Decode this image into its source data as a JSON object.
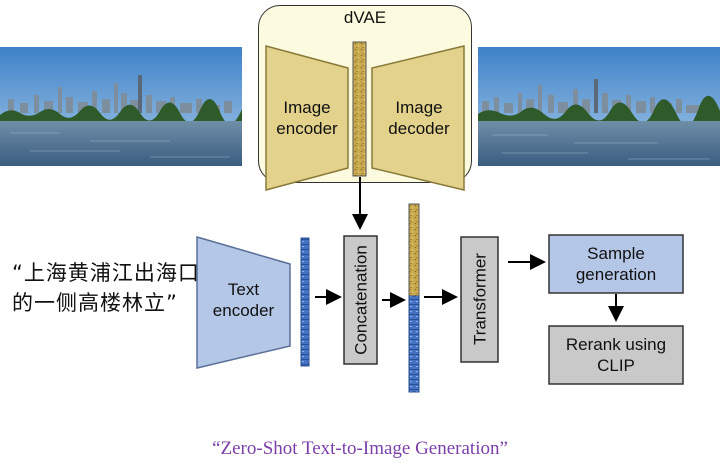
{
  "dvae": {
    "title": "dVAE",
    "image_encoder_label": [
      "Image",
      "encoder"
    ],
    "image_decoder_label": [
      "Image",
      "decoder"
    ]
  },
  "text_encoder_label": [
    "Text",
    "encoder"
  ],
  "concatenation_label": "Concatenation",
  "transformer_label": "Transformer",
  "sample_generation_label": "Sample generation",
  "rerank_label": "Rerank using CLIP",
  "input_prompt": {
    "line1": "“上海黄浦江出海口",
    "line2": "的一侧高楼林立”"
  },
  "citation": "“Zero-Shot Text-to-Image Generation”",
  "colors": {
    "trapezoid_fill": "#e3d28c",
    "trapezoid_stroke": "#8a7a3a",
    "text_encoder_fill": "#b4c7e7",
    "sample_fill": "#b4c7e7",
    "gray_box_fill": "#c9c9c9",
    "token_image": "#c8a94e",
    "token_text": "#4472c4",
    "citation": "#7b3fa8",
    "dvae_bg": "#fcfbdf"
  }
}
